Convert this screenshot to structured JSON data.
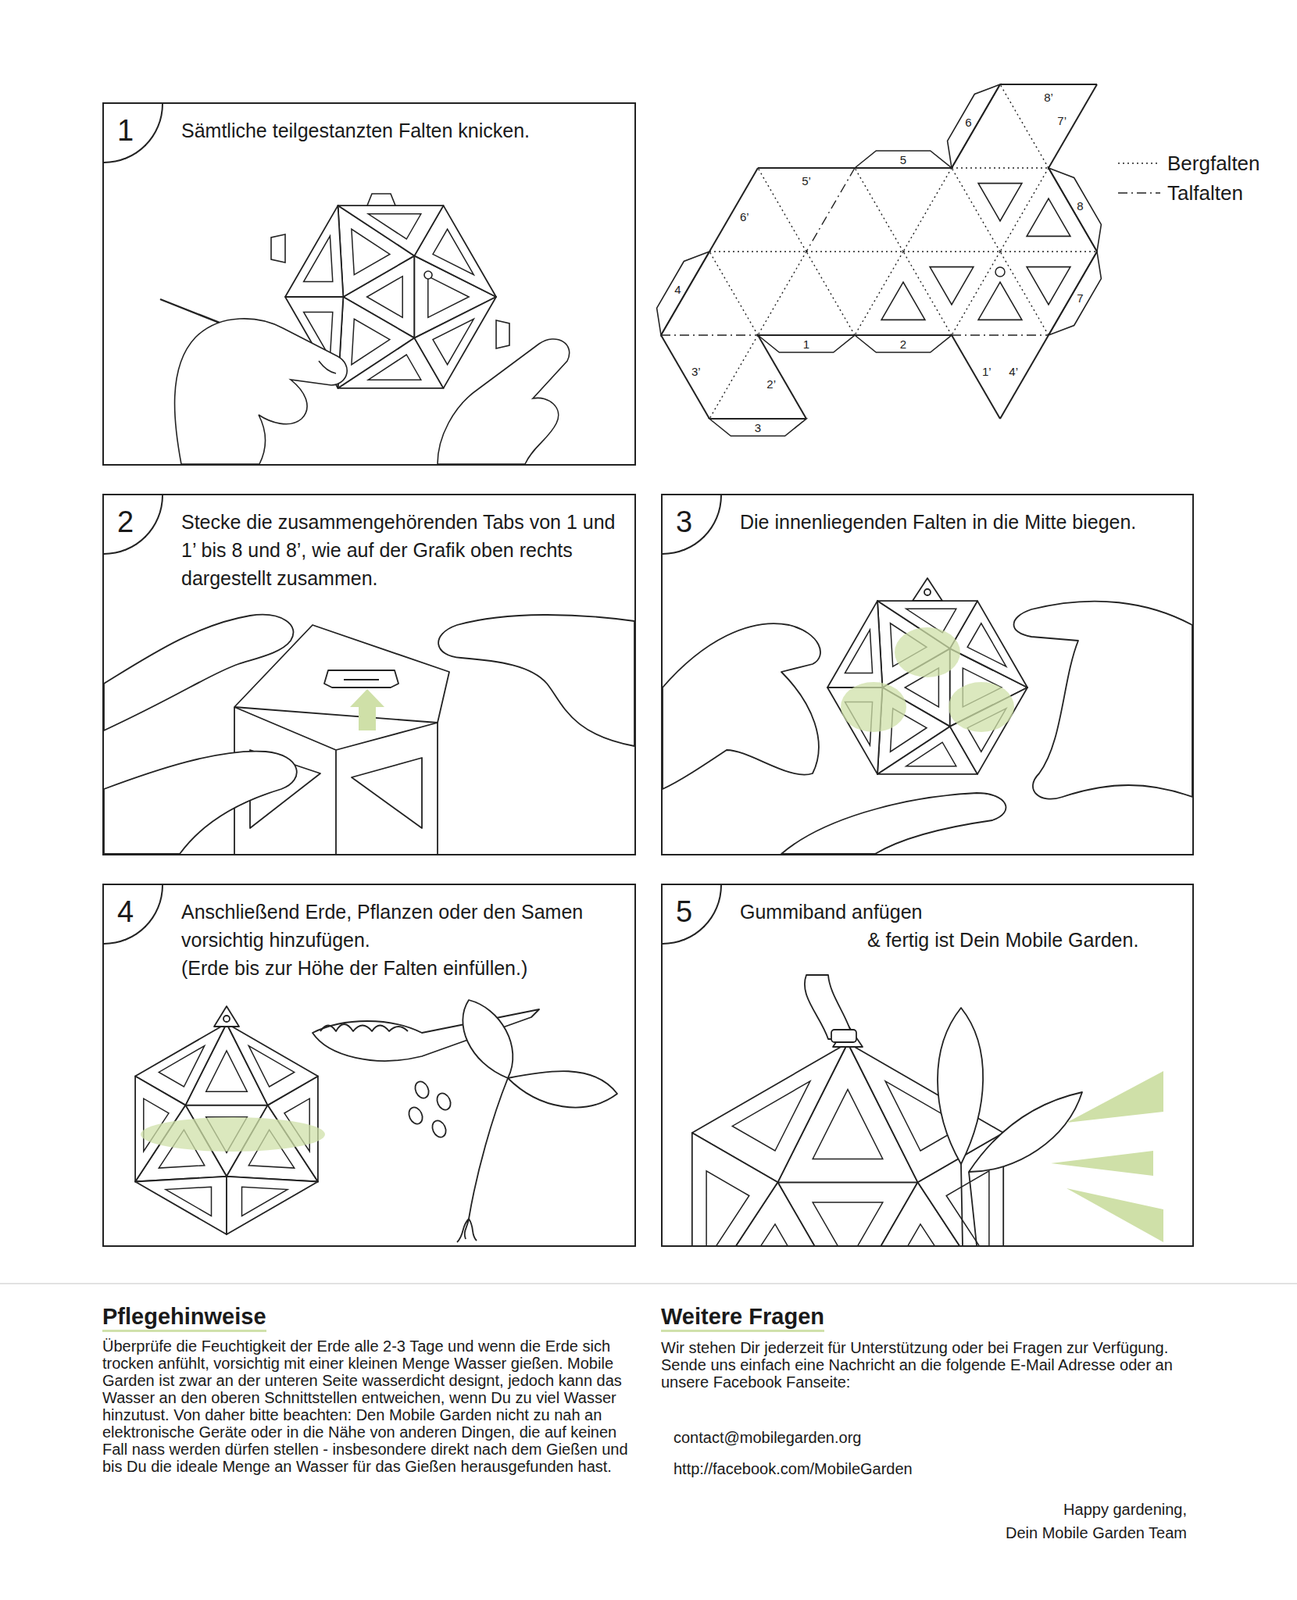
{
  "diagram": {
    "nodes": [
      {
        "text": [
          "1",
          "Sämtliche teilgestanzten Falten knicken."
        ]
      },
      {
        "text": [
          "2",
          "Stecke die zusammengehörenden Tabs von 1 und 1’ bis 8 und 8’, wie auf der Grafik oben rechts dargestellt zusammen."
        ]
      },
      {
        "text": [
          "3",
          "Die innenliegenden Falten in die Mitte biegen."
        ]
      },
      {
        "text": [
          "4",
          "Anschließend Erde, Pflanzen oder den Samen vorsichtig hinzufügen.",
          "(Erde bis zur Höhe der Falten einfüllen.)"
        ]
      },
      {
        "text": [
          "5",
          "Gummiband anfügen",
          "& fertig ist Dein Mobile Garden."
        ]
      }
    ],
    "labels": [
      "6",
      "7’",
      "6’",
      "5",
      "5’",
      "8",
      "8’",
      "7",
      "4",
      "4’",
      "1’",
      "2",
      "2’",
      "3",
      "3’",
      "1",
      "Pflegehinweise",
      "Überprüfe die Feuchtigkeit der Erde alle 2-3 Tage und wenn die Erde sich trocken anfühlt, vorsichtig mit einer kleinen Menge Wasser gießen. Mobile Garden ist zwar an der unteren Seite wasserdicht designt, jedoch kann das Wasser an den oberen Schnittstellen entweichen, wenn Du zu viel Wasser hinzutust. Von daher bitte beachten: Den Mobile Garden nicht zu nah an elektronische Geräte oder in die Nähe von anderen Dingen, die auf keinen Fall nass werden dürfen stellen - insbesondere direkt nach dem Gießen und bis Du die ideale Menge an Wasser für das Gießen herausgefunden hast.",
      "Weitere Fragen",
      "Wir stehen Dir jederzeit für Unterstützung oder bei Fragen zur Verfügung. Sende uns einfach eine Nachricht an die folgende E-Mail Adresse oder an unsere Facebook Fanseite:",
      "contact@mobilegarden.org",
      "http://facebook.com/MobileGarden",
      "Happy gardening,",
      "Dein Mobile Garden Team"
    ],
    "legend": [
      {
        "text": "Bergfalten"
      },
      {
        "text": "Talfalten"
      }
    ]
  }
}
